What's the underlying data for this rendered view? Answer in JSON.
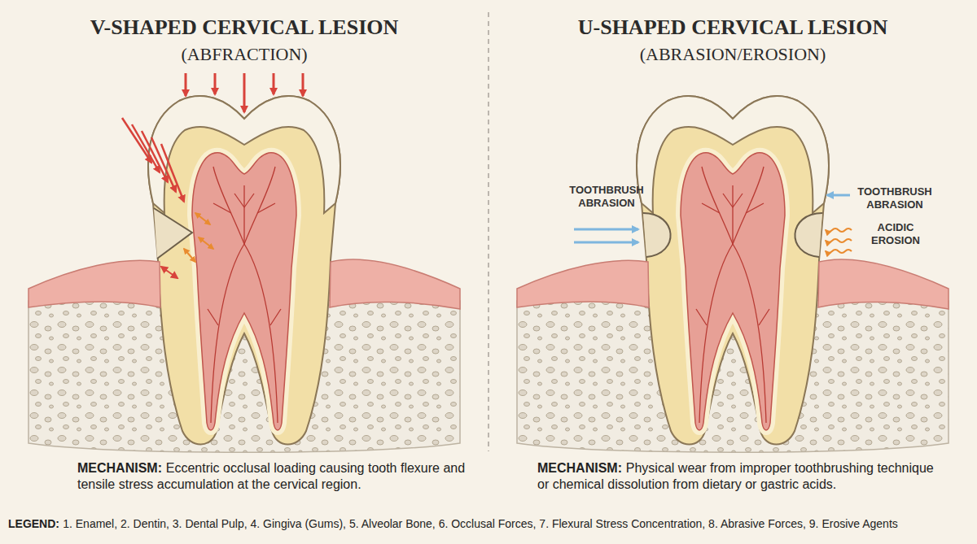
{
  "diagram": {
    "labels": [
      "V-SHAPED CERVICAL LESION",
      "(ABFRACTION)",
      "U-SHAPED CERVICAL LESION",
      "(ABRASION/EROSION)",
      "TOOTHBRUSH ABRASION",
      "TOOTHBRUSH ABRASION",
      "ACIDIC EROSION",
      "MECHANISM:",
      "Eccentric occlusal loading causing tooth flexure and tensile stress accumulation at the cervical region.",
      "MECHANISM:",
      "Physical wear from improper toothbrushing technique or chemical dissolution from dietary or gastric acids.",
      "LEGEND:",
      "1. Enamel, 2. Dentin, 3. Dental Pulp, 4. Gingiva (Gums), 5. Alveolar Bone, 6. Occlusal Forces, 7. Flexural Stress Concentration, 8. Abrasive Forces, 9. Erosive Agents"
    ]
  }
}
